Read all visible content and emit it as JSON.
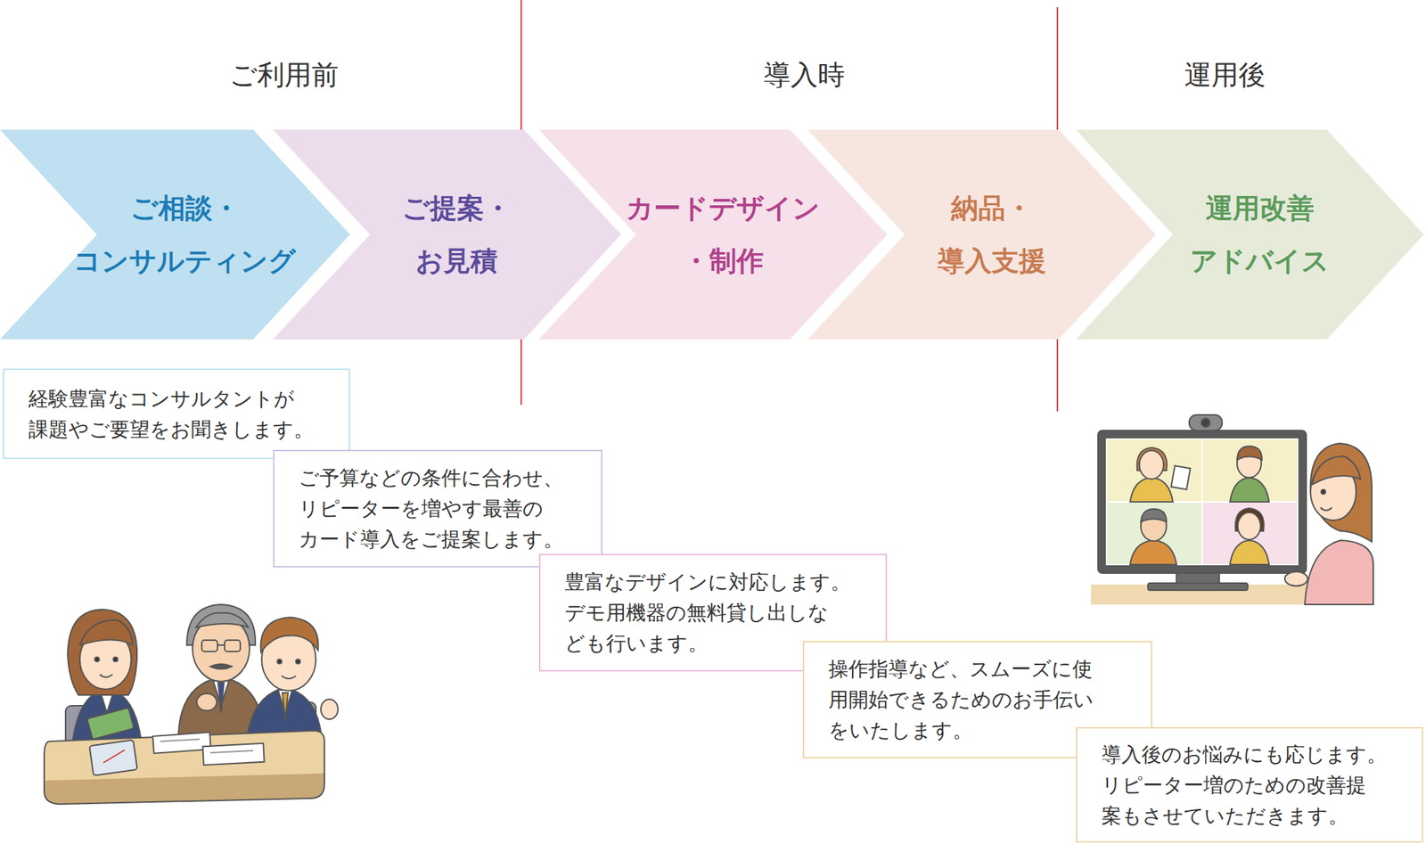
{
  "diagram": {
    "nodes": [
      {
        "text": [
          "ご相談・ コンサルティング"
        ]
      },
      {
        "text": [
          "ご提案・ お見積"
        ]
      },
      {
        "text": [
          "カードデザイン ・制作"
        ]
      },
      {
        "text": [
          "納品・ 導入支援"
        ]
      },
      {
        "text": [
          "運用改善 アドバイス"
        ]
      },
      {
        "text": [
          "経験豊富なコンサルタントが 課題やご要望をお聞きします。"
        ]
      },
      {
        "text": [
          "ご予算などの条件に合わせ、 リピーターを増やす最善の カード導入をご提案します。"
        ]
      },
      {
        "text": [
          "豊富なデザインに対応します。 デモ用機器の無料貸し出しな ども行います。"
        ]
      },
      {
        "text": [
          "操作指導など、スムーズに使 用開始できるためのお手伝い をいたします。"
        ]
      },
      {
        "text": [
          "導入後のお悩みにも応じます。 リピーター増のための改善提 案もさせていただきます。"
        ]
      }
    ],
    "labels": [
      "ご利用前",
      "導入時",
      "運用後"
    ]
  }
}
